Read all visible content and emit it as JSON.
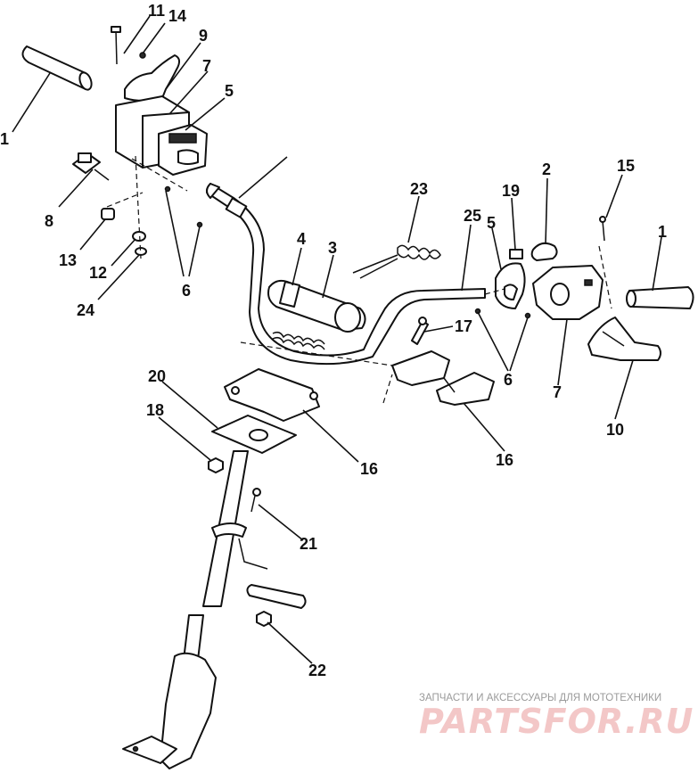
{
  "callouts": [
    {
      "id": "c1a",
      "text": "1"
    },
    {
      "id": "c11",
      "text": "11"
    },
    {
      "id": "c14",
      "text": "14"
    },
    {
      "id": "c9",
      "text": "9"
    },
    {
      "id": "c7a",
      "text": "7"
    },
    {
      "id": "c5a",
      "text": "5"
    },
    {
      "id": "c8",
      "text": "8"
    },
    {
      "id": "c13",
      "text": "13"
    },
    {
      "id": "c12",
      "text": "12"
    },
    {
      "id": "c24",
      "text": "24"
    },
    {
      "id": "c6a",
      "text": "6"
    },
    {
      "id": "c4",
      "text": "4"
    },
    {
      "id": "c3",
      "text": "3"
    },
    {
      "id": "c23",
      "text": "23"
    },
    {
      "id": "c19",
      "text": "19"
    },
    {
      "id": "c2",
      "text": "2"
    },
    {
      "id": "c15",
      "text": "15"
    },
    {
      "id": "c25",
      "text": "25"
    },
    {
      "id": "c5b",
      "text": "5"
    },
    {
      "id": "c1b",
      "text": "1"
    },
    {
      "id": "c17",
      "text": "17"
    },
    {
      "id": "c6b",
      "text": "6"
    },
    {
      "id": "c7b",
      "text": "7"
    },
    {
      "id": "c10",
      "text": "10"
    },
    {
      "id": "c20",
      "text": "20"
    },
    {
      "id": "c18",
      "text": "18"
    },
    {
      "id": "c16a",
      "text": "16"
    },
    {
      "id": "c16b",
      "text": "16"
    },
    {
      "id": "c21",
      "text": "21"
    },
    {
      "id": "c22",
      "text": "22"
    }
  ],
  "watermark": {
    "tagline": "ЗАПЧАСТИ И АКСЕССУАРЫ ДЛЯ МОТОТЕХНИКИ",
    "brand": "PARTSFOR.RU"
  }
}
